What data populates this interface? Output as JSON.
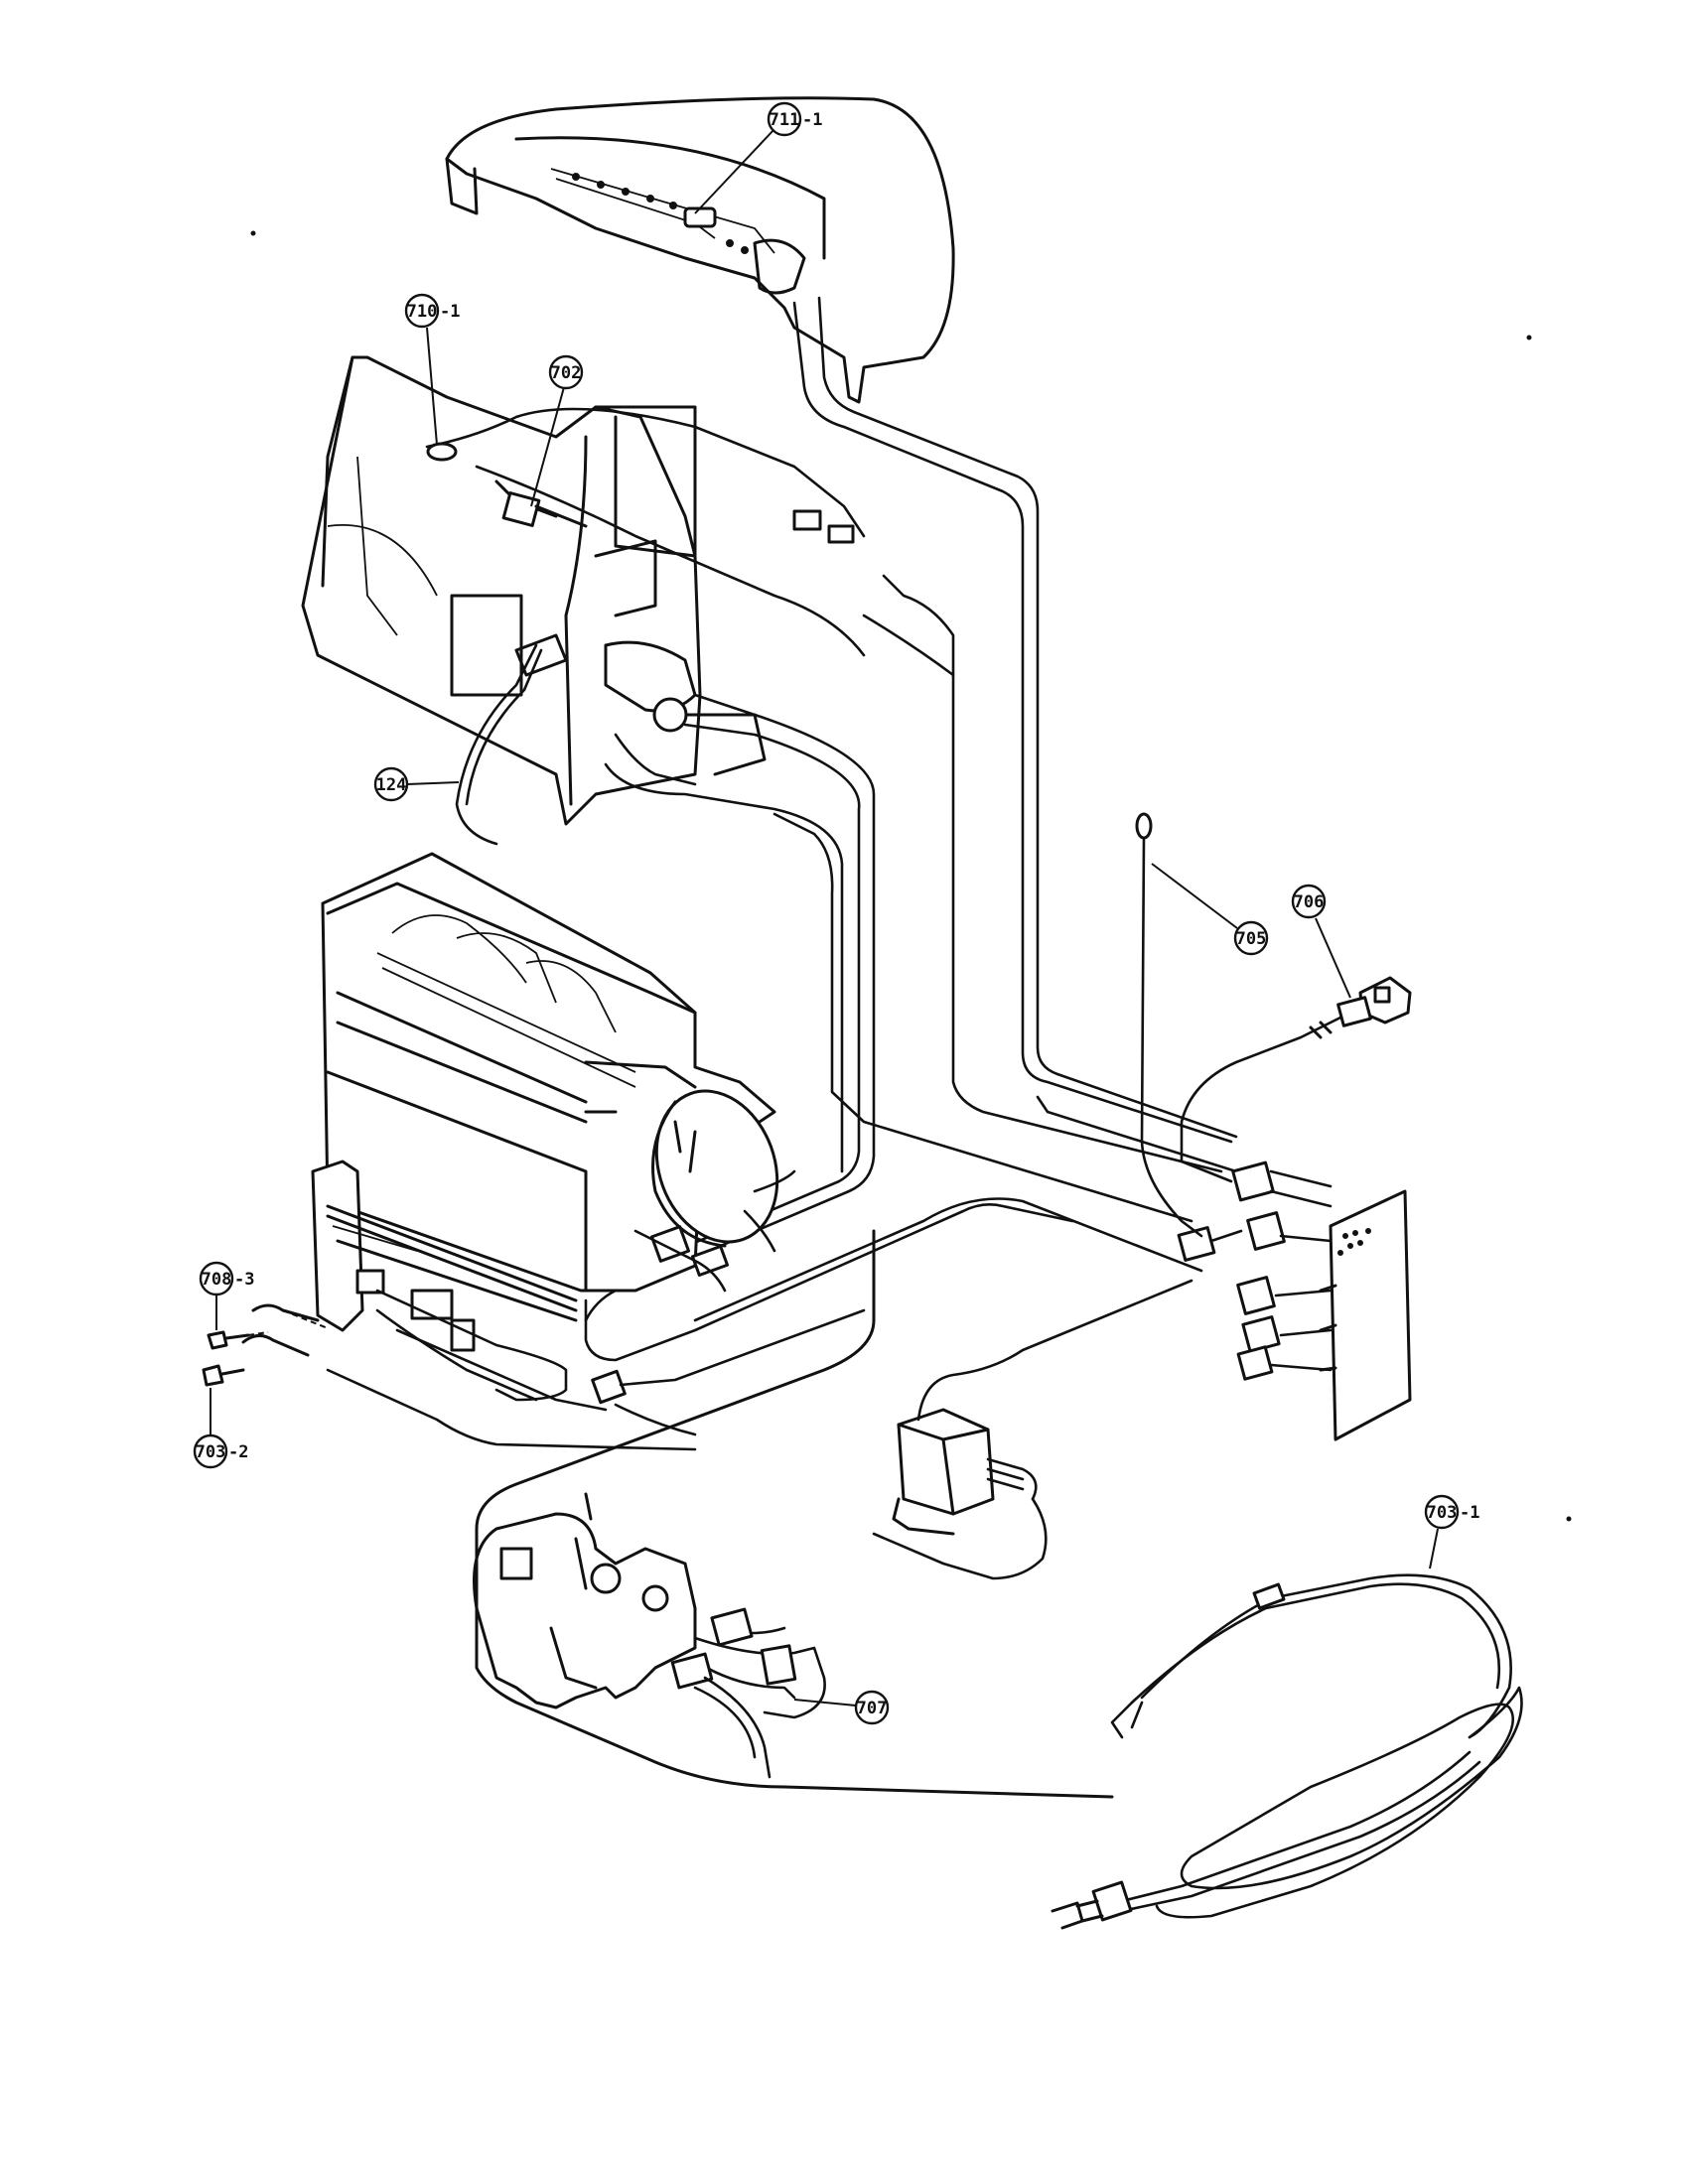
{
  "callouts": [
    {
      "id": "c711",
      "number": "711",
      "suffix": "-1",
      "target": "control-panel"
    },
    {
      "id": "c710",
      "number": "710",
      "suffix": "-1",
      "target": "sensor-lead"
    },
    {
      "id": "c702",
      "number": "702",
      "suffix": "",
      "target": "sensor-clip"
    },
    {
      "id": "c124",
      "number": "124",
      "suffix": "",
      "target": "ignitor-wire"
    },
    {
      "id": "c705",
      "number": "705",
      "suffix": "",
      "target": "thermistor"
    },
    {
      "id": "c706",
      "number": "706",
      "suffix": "",
      "target": "connector-plug"
    },
    {
      "id": "c708",
      "number": "708",
      "suffix": "-3",
      "target": "screw"
    },
    {
      "id": "c703b",
      "number": "703",
      "suffix": "-2",
      "target": "ground-screw"
    },
    {
      "id": "c703a",
      "number": "703",
      "suffix": "-1",
      "target": "power-cord"
    },
    {
      "id": "c707",
      "number": "707",
      "suffix": "",
      "target": "valve-harness"
    }
  ],
  "colors": {
    "line": "#111111",
    "background": "#ffffff"
  }
}
